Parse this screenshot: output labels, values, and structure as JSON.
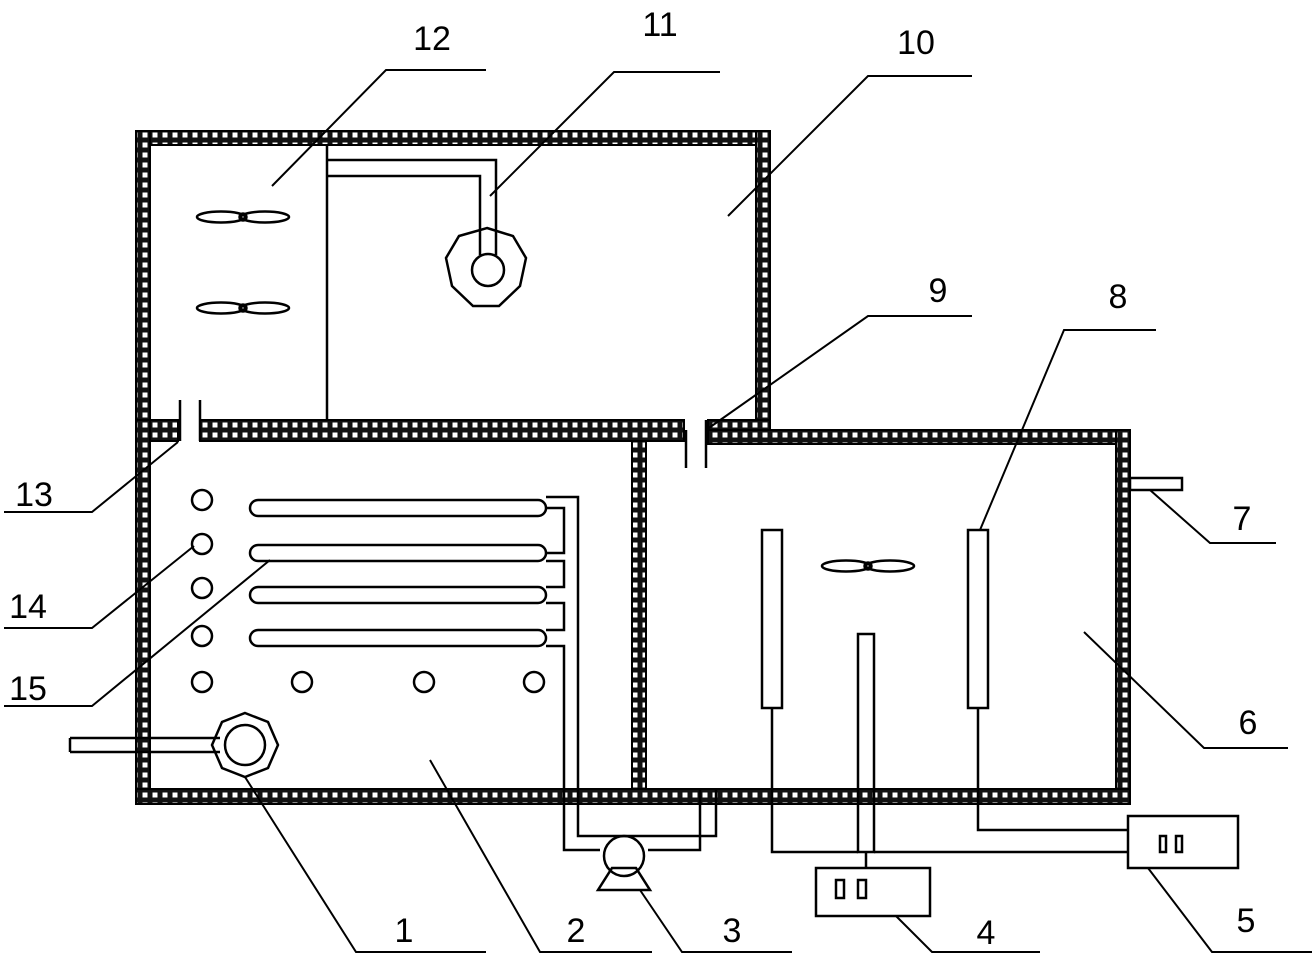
{
  "figure": {
    "labels": {
      "n1": "1",
      "n2": "2",
      "n3": "3",
      "n4": "4",
      "n5": "5",
      "n6": "6",
      "n7": "7",
      "n8": "8",
      "n9": "9",
      "n10": "10",
      "n11": "11",
      "n12": "12",
      "n13": "13",
      "n14": "14",
      "n15": "15"
    }
  }
}
